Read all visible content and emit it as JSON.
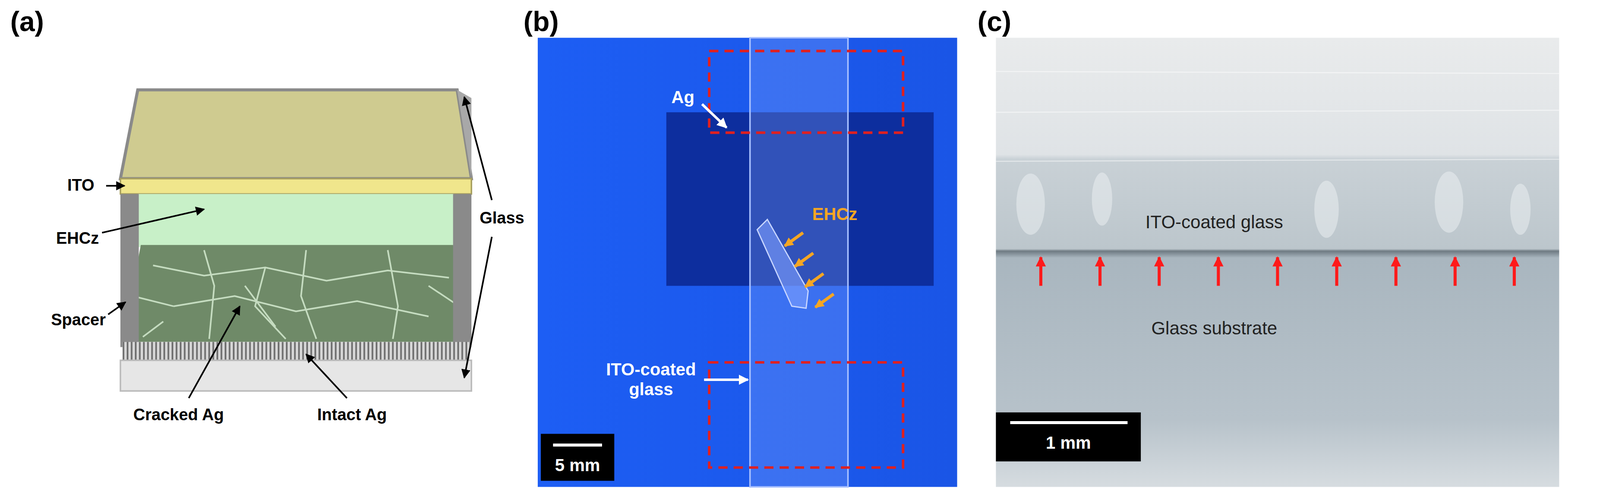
{
  "diagram": {
    "labels": [
      "(a)",
      "ITO",
      "EHCz",
      "Spacer",
      "Cracked Ag",
      "Intact Ag",
      "Glass",
      "(b)",
      "Ag",
      "EHCz",
      "ITO-coated glass",
      "5 mm",
      "(c)",
      "ITO-coated glass",
      "Glass substrate",
      "1 mm"
    ]
  }
}
